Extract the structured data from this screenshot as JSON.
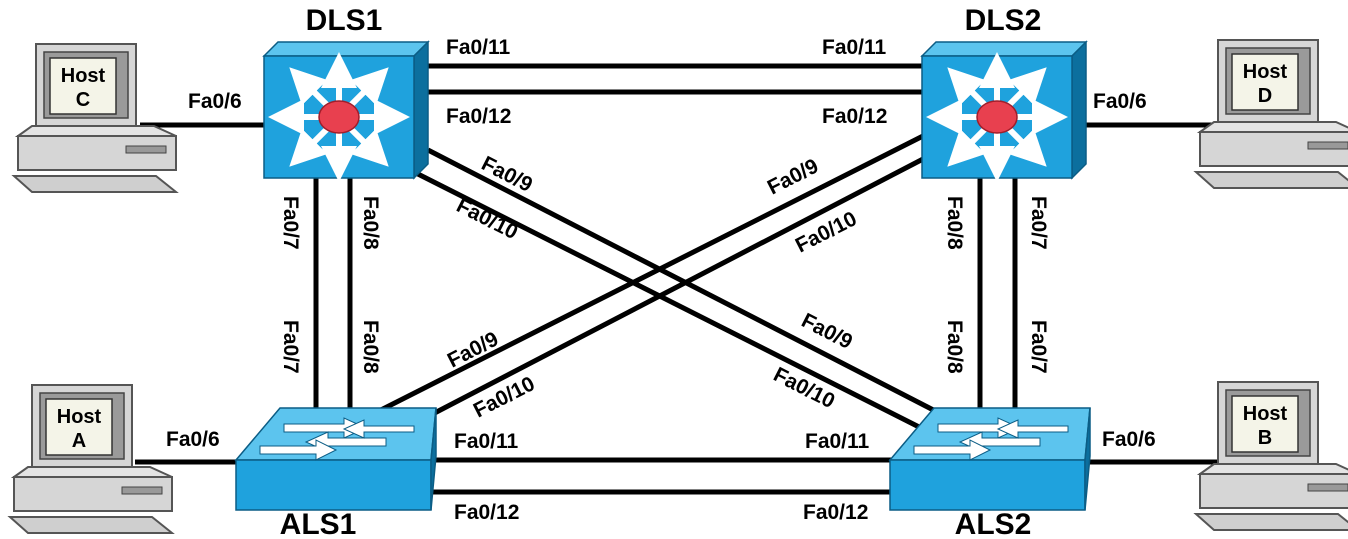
{
  "devices": {
    "dls1": {
      "label": "DLS1"
    },
    "dls2": {
      "label": "DLS2"
    },
    "als1": {
      "label": "ALS1"
    },
    "als2": {
      "label": "ALS2"
    }
  },
  "hosts": {
    "host_c": {
      "line1": "Host",
      "line2": "C"
    },
    "host_d": {
      "line1": "Host",
      "line2": "D"
    },
    "host_a": {
      "line1": "Host",
      "line2": "A"
    },
    "host_b": {
      "line1": "Host",
      "line2": "B"
    }
  },
  "ports": {
    "dls1_host": "Fa0/6",
    "dls2_host": "Fa0/6",
    "als1_host": "Fa0/6",
    "als2_host": "Fa0/6",
    "dls1_fa011": "Fa0/11",
    "dls2_fa011": "Fa0/11",
    "dls1_fa012": "Fa0/12",
    "dls2_fa012": "Fa0/12",
    "als1_fa011": "Fa0/11",
    "als2_fa011": "Fa0/11",
    "als1_fa012": "Fa0/12",
    "als2_fa012": "Fa0/12",
    "dls1_fa07": "Fa0/7",
    "dls1_fa08": "Fa0/8",
    "als1_fa07": "Fa0/7",
    "als1_fa08": "Fa0/8",
    "dls2_fa08": "Fa0/8",
    "dls2_fa07": "Fa0/7",
    "als2_fa08": "Fa0/8",
    "als2_fa07": "Fa0/7",
    "dls1_fa09": "Fa0/9",
    "dls1_fa010": "Fa0/10",
    "dls2_fa09": "Fa0/9",
    "dls2_fa010": "Fa0/10",
    "als1_fa09": "Fa0/9",
    "als1_fa010": "Fa0/10",
    "als2_fa09": "Fa0/9",
    "als2_fa010": "Fa0/10"
  },
  "colors": {
    "switch_front": "#1fa2dd",
    "switch_top": "#5cc4ee",
    "switch_side": "#0c6f9e",
    "router_dot": "#e8404f",
    "host_body": "#d9d9d9",
    "host_screen_frame": "#9b9b9b",
    "host_screen": "#f2f2e6",
    "link": "#000000"
  },
  "icons": {
    "multilayer_switch": "multilayer-switch-icon",
    "workgroup_switch": "workgroup-switch-icon",
    "pc": "pc-icon"
  }
}
